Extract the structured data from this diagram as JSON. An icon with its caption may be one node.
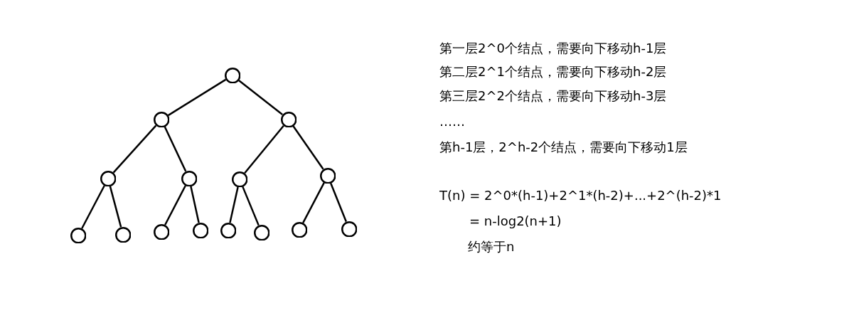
{
  "diagram": {
    "nodes": [
      {
        "text": [],
        "shape": "circle"
      },
      {
        "text": [],
        "shape": "circle"
      },
      {
        "text": [],
        "shape": "circle"
      },
      {
        "text": [],
        "shape": "circle"
      },
      {
        "text": [],
        "shape": "circle"
      },
      {
        "text": [],
        "shape": "circle"
      },
      {
        "text": [],
        "shape": "circle"
      },
      {
        "text": [],
        "shape": "circle"
      },
      {
        "text": [],
        "shape": "circle"
      },
      {
        "text": [],
        "shape": "circle"
      },
      {
        "text": [],
        "shape": "circle"
      },
      {
        "text": [],
        "shape": "circle"
      },
      {
        "text": [],
        "shape": "circle"
      },
      {
        "text": [],
        "shape": "circle"
      },
      {
        "text": [],
        "shape": "circle"
      }
    ],
    "edges": [
      {
        "from": 0,
        "to": 1,
        "arrow": "none"
      },
      {
        "from": 0,
        "to": 2,
        "arrow": "none"
      },
      {
        "from": 1,
        "to": 3,
        "arrow": "none"
      },
      {
        "from": 1,
        "to": 4,
        "arrow": "none"
      },
      {
        "from": 2,
        "to": 5,
        "arrow": "none"
      },
      {
        "from": 2,
        "to": 6,
        "arrow": "none"
      },
      {
        "from": 3,
        "to": 7,
        "arrow": "none"
      },
      {
        "from": 3,
        "to": 8,
        "arrow": "none"
      },
      {
        "from": 4,
        "to": 9,
        "arrow": "none"
      },
      {
        "from": 4,
        "to": 10,
        "arrow": "none"
      },
      {
        "from": 5,
        "to": 11,
        "arrow": "none"
      },
      {
        "from": 5,
        "to": 12,
        "arrow": "none"
      },
      {
        "from": 6,
        "to": 13,
        "arrow": "none"
      },
      {
        "from": 6,
        "to": 14,
        "arrow": "none"
      }
    ],
    "labels": [
      "第一层2^0个结点，需要向下移动h-1层",
      "第二层2^1个结点，需要向下移动h-2层",
      "第三层2^2个结点，需要向下移动h-3层",
      "……",
      "第h-1层，2^h-2个结点，需要向下移动1层",
      "T(n) = 2^0*(h-1)+2^1*(h-2)+...+2^(h-2)*1",
      "= n-log2(n+1)",
      "约等于n"
    ]
  }
}
